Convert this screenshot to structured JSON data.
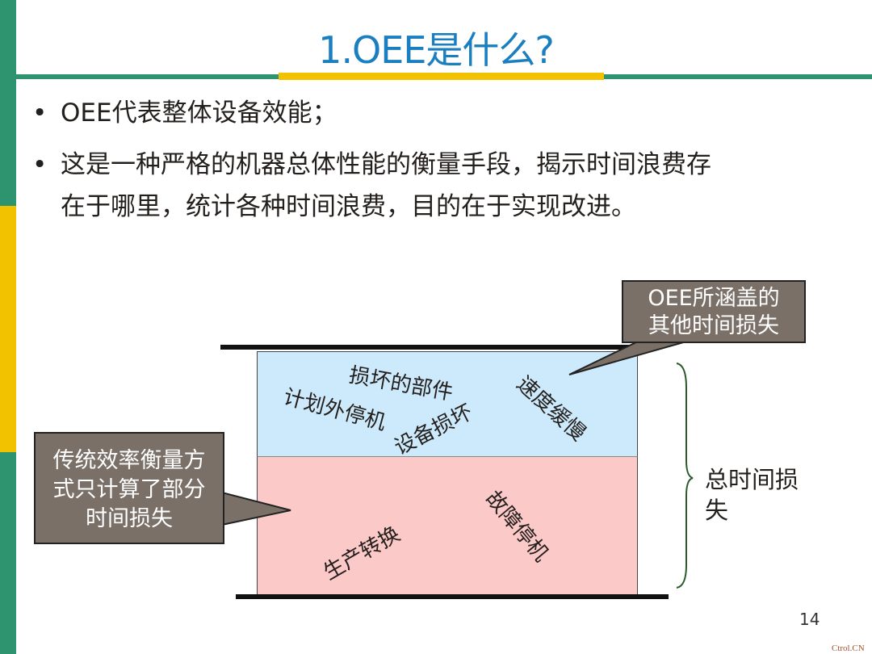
{
  "title": "1.OEE是什么?",
  "bullets": [
    "OEE代表整体设备效能；",
    "这是一种严格的机器总体性能的衡量手段，揭示时间浪费存",
    "在于哪里，统计各种时间浪费，目的在于实现改进。"
  ],
  "bullet_symbol": "•",
  "diagram": {
    "upper_labels": [
      "损坏的部件",
      "计划外停机",
      "设备损坏",
      "速度缓慢"
    ],
    "lower_labels": [
      "故障停机",
      "生产转换"
    ],
    "callout_right": [
      "OEE所涵盖的",
      "其他时间损失"
    ],
    "callout_left": [
      "传统效率衡量方",
      "式只计算了部分",
      "时间损失"
    ],
    "brace_label": [
      "总时间损",
      "失"
    ],
    "colors": {
      "upper": "#cdeafc",
      "lower": "#fcc9c9",
      "callout": "#7a7068"
    }
  },
  "page_number": "14",
  "watermark": "Ctrol.CN",
  "colors": {
    "green": "#2e9470",
    "yellow": "#f2c200",
    "title": "#1a7fc0"
  }
}
